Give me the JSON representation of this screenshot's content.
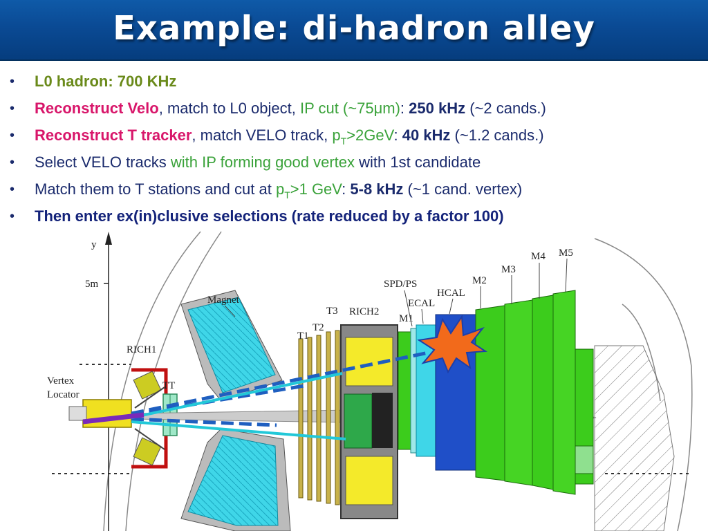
{
  "title": "Example: di-hadron alley",
  "bullets": [
    {
      "a": "L0 hadron: 700 KHz"
    },
    {
      "a": "Reconstruct Velo",
      "b": ", match to L0 object, ",
      "c": "IP cut (~75",
      "mu": "μ",
      "d": "m)",
      "e": ": ",
      "f": "250 kHz",
      "g": " (~2 cands.)"
    },
    {
      "a": "Reconstruct T tracker",
      "b": ", match VELO track, ",
      "c": "p",
      "c_sub": "T",
      "d": ">2GeV",
      "e": ": ",
      "f": "40 kHz",
      "g": " (~1.2 cands.)"
    },
    {
      "a": "Select VELO tracks ",
      "b": "with IP forming good vertex",
      "c": " with 1st candidate"
    },
    {
      "a": "Match them to T stations and cut at ",
      "b": "p",
      "b_sub": "T",
      "c": ">1 GeV",
      "d": ": ",
      "e": "5-8 kHz",
      "f": " (~1 cand. vertex)"
    },
    {
      "a": "Then enter ex(in)clusive selections (rate reduced by a factor 100)"
    }
  ],
  "diagram": {
    "labels": {
      "y_axis": "y",
      "scale": "5m",
      "magnet": "Magnet",
      "rich1": "RICH1",
      "vertex": "Vertex",
      "locator": "Locator",
      "tt": "TT",
      "t1": "T1",
      "t2": "T2",
      "t3": "T3",
      "rich2": "RICH2",
      "m1": "M1",
      "spd_ps": "SPD/PS",
      "ecal": "ECAL",
      "hcal": "HCAL",
      "m2": "M2",
      "m3": "M3",
      "m4": "M4",
      "m5": "M5"
    }
  },
  "colors": {
    "title_bar": "#0a4a94",
    "olive": "#6a8a1a",
    "magenta": "#d8166a",
    "green_text": "#3aa23a",
    "navy_text": "#1a2a6c",
    "magnet_cyan": "#3fd6e8",
    "muon_green": "#3ccc1c",
    "track_blue": "#1f5fc0",
    "track_cyan": "#22c8d8",
    "burst_orange": "#f26a1b"
  }
}
